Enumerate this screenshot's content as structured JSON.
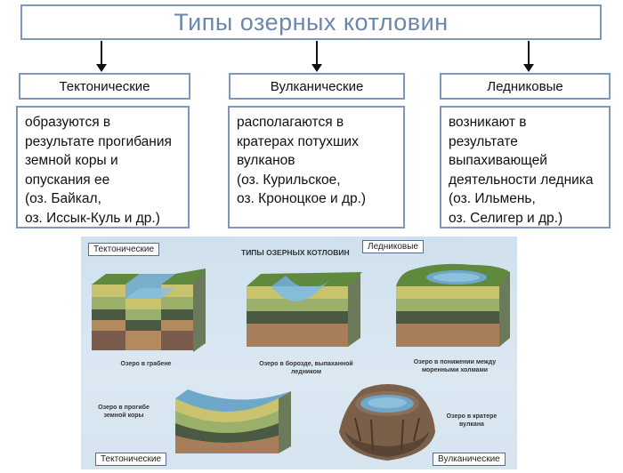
{
  "title": "Типы озерных котловин",
  "types": [
    {
      "label": "Тектонические",
      "description": [
        "образуются в",
        "результате прогибания",
        "земной коры и",
        "опускания ее",
        "(оз. Байкал,",
        "оз. Иссык-Куль и др.)"
      ]
    },
    {
      "label": "Вулканические",
      "description": [
        "располагаются в",
        "кратерах потухших",
        "вулканов",
        "(оз. Курильское,",
        "оз. Кроноцкое и др.)"
      ]
    },
    {
      "label": "Ледниковые",
      "description": [
        "возникают в",
        "результате",
        "выпахивающей",
        "деятельности ледника",
        "(оз. Ильмень,",
        "оз. Селигер и др.)"
      ]
    }
  ],
  "illustration": {
    "title": "ТИПЫ ОЗЕРНЫХ КОТЛОВИН",
    "tags": {
      "top_left": "Тектонические",
      "top_right": "Ледниковые",
      "bottom_left": "Тектонические",
      "bottom_right": "Вулканические"
    },
    "captions": {
      "graben": "Озеро в грабене",
      "furrow": [
        "Озеро в борозде, выпаханной",
        "ледником"
      ],
      "moraine": [
        "Озеро в понижении между",
        "моренными холмами"
      ],
      "trough": [
        "Озеро в прогибе",
        "земной коры"
      ],
      "crater": [
        "Озеро в кратере",
        "вулкана"
      ]
    }
  },
  "colors": {
    "border": "#7f97ba",
    "title_text": "#6c86ad",
    "background_illustration": "#d6e4ef"
  }
}
